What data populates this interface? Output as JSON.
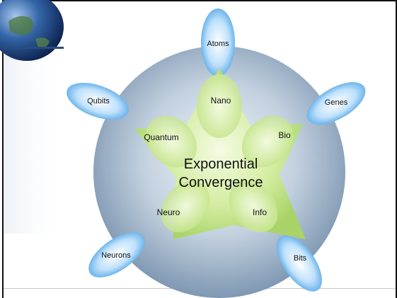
{
  "diagram": {
    "center_title_line1": "Exponential",
    "center_title_line2": "Convergence",
    "inner_labels": {
      "nano": "Nano",
      "bio": "Bio",
      "info": "Info",
      "neuro": "Neuro",
      "quantum": "Quantum"
    },
    "outer_labels": {
      "atoms": "Atoms",
      "genes": "Genes",
      "bits": "Bits",
      "neurons": "Neurons",
      "qubits": "Qubits"
    }
  },
  "colors": {
    "circle_outer": "#8fa6bd",
    "circle_inner": "#c9d7e3",
    "star": "#c6e68c",
    "petal": "#4aa3e6"
  }
}
